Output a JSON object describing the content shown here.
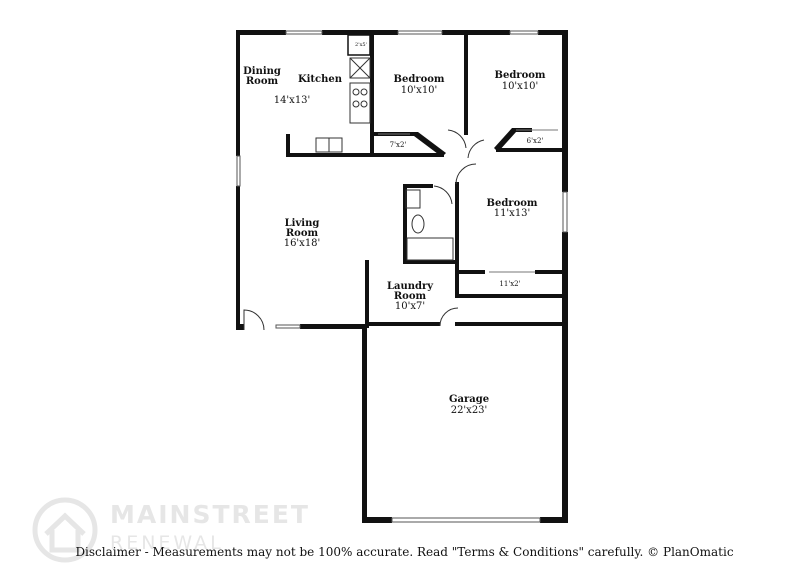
{
  "rooms": {
    "dining": {
      "name_line1": "Dining",
      "name_line2": "Room"
    },
    "kitchen": {
      "name": "Kitchen",
      "size": "14'x13'"
    },
    "pantry": {
      "size": "2'x5'"
    },
    "bedroom1": {
      "name": "Bedroom",
      "size": "10'x10'"
    },
    "bedroom2": {
      "name": "Bedroom",
      "size": "10'x10'"
    },
    "closet1": {
      "size": "7'x2'"
    },
    "closet2": {
      "size": "6'x2'"
    },
    "bedroom3": {
      "name": "Bedroom",
      "size": "11'x13'"
    },
    "living": {
      "name_line1": "Living",
      "name_line2": "Room",
      "size": "16'x18'"
    },
    "laundry": {
      "name_line1": "Laundry",
      "name_line2": "Room",
      "size": "10'x7'"
    },
    "closet3": {
      "size": "11'x2'"
    },
    "garage": {
      "name": "Garage",
      "size": "22'x23'"
    }
  },
  "disclaimer": "Disclaimer - Measurements may not be 100% accurate. Read \"Terms & Conditions\" carefully. © PlanOmatic",
  "watermark": {
    "name": "MAINSTREET",
    "sub": "RENEWAL",
    "icon": "house-circle-icon"
  },
  "colors": {
    "wall": "#111111",
    "watermark": "#e6e6e6"
  }
}
